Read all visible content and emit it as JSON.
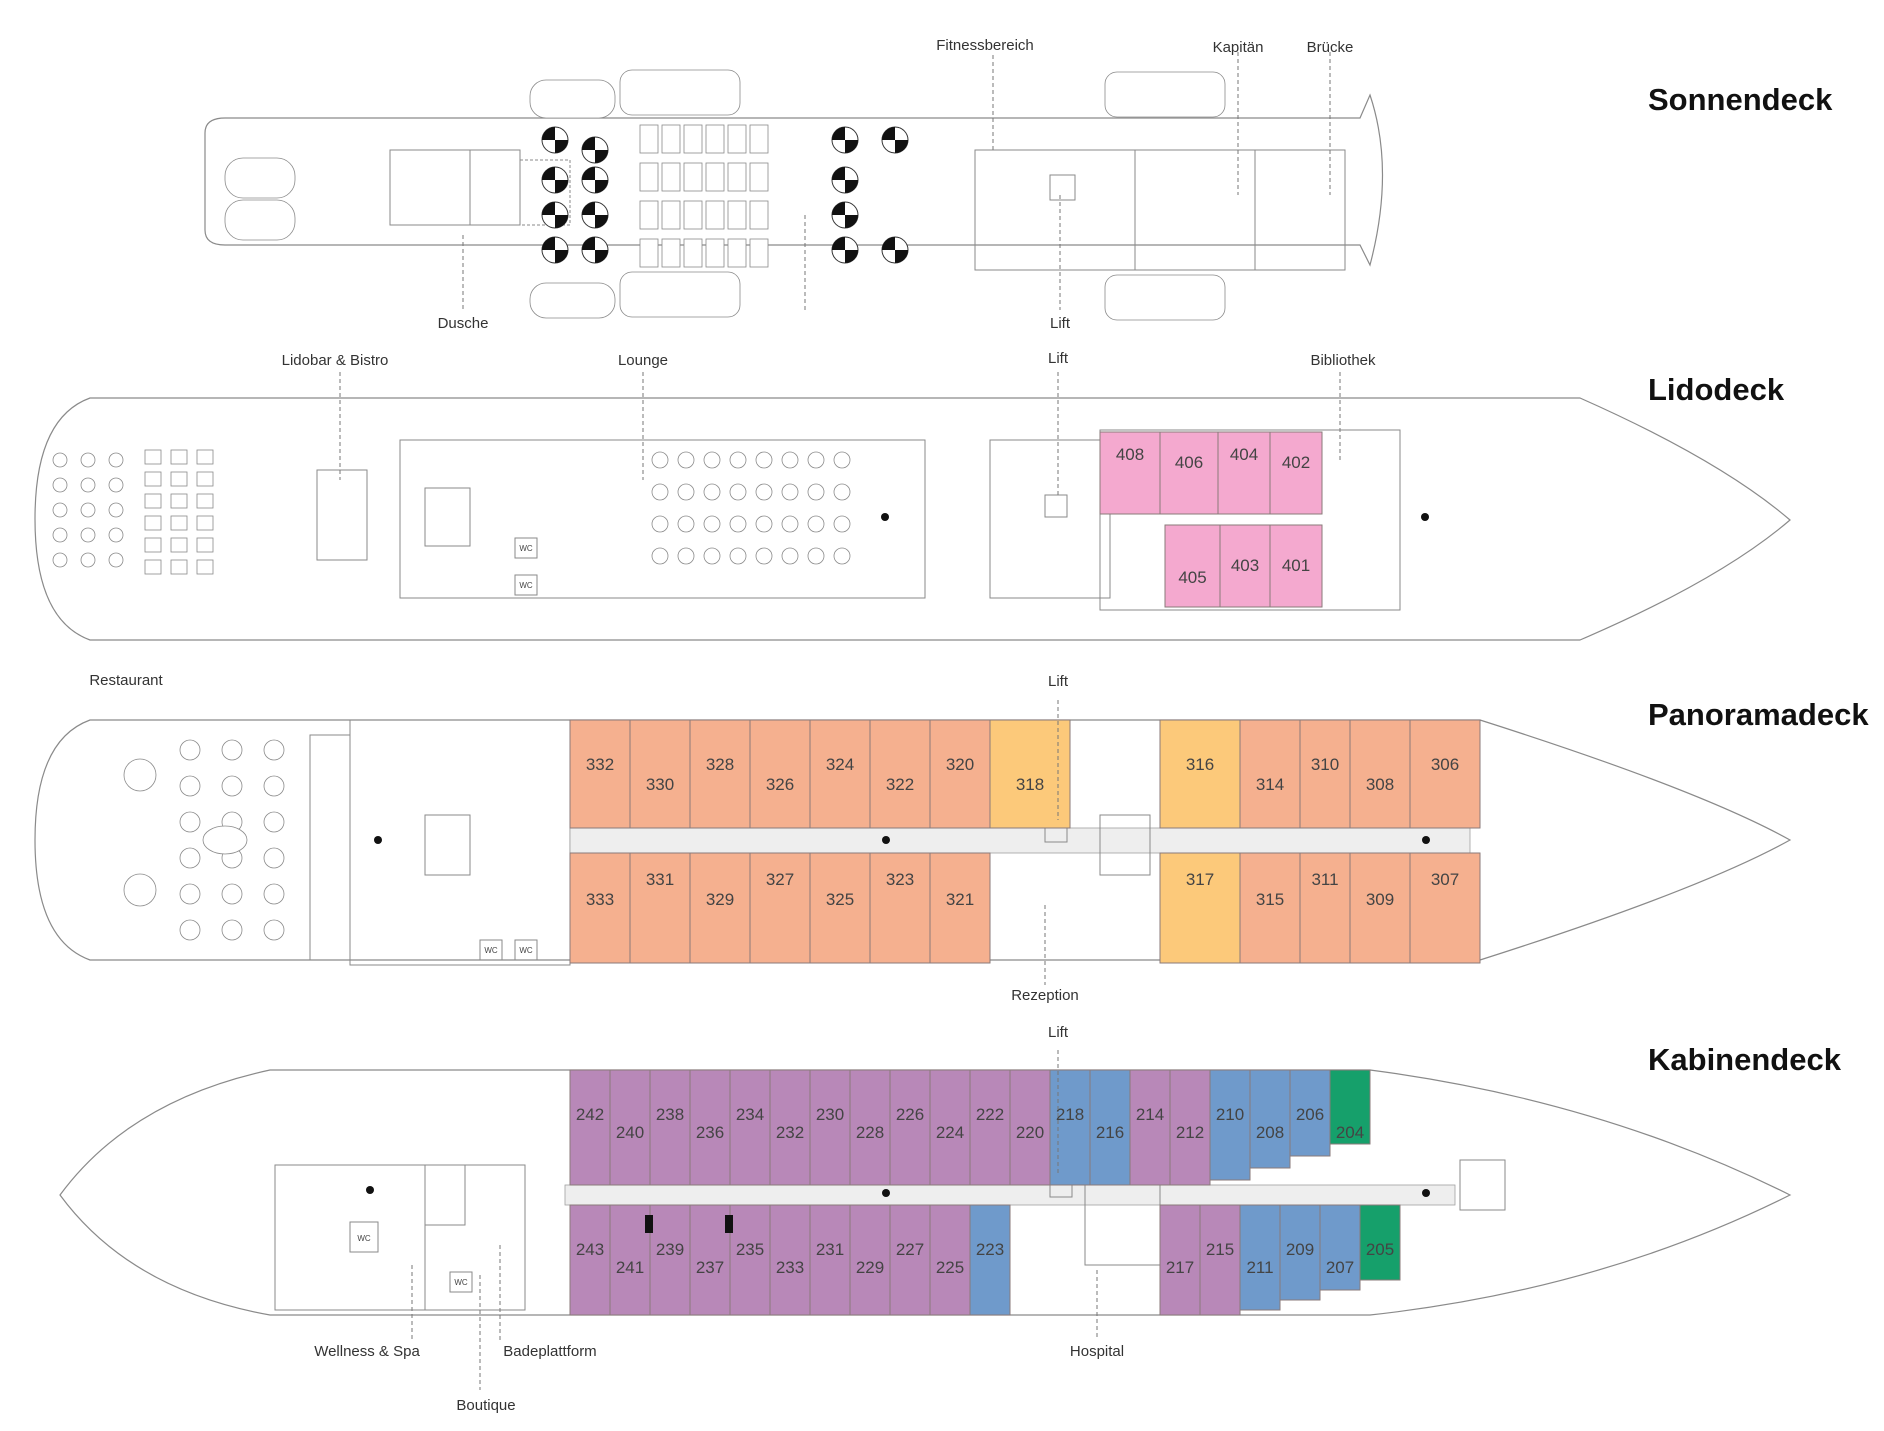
{
  "decks": [
    {
      "id": "sonnendeck",
      "title": "Sonnendeck"
    },
    {
      "id": "lidodeck",
      "title": "Lidodeck"
    },
    {
      "id": "panoramadeck",
      "title": "Panoramadeck"
    },
    {
      "id": "kabinendeck",
      "title": "Kabinendeck"
    }
  ],
  "labels": {
    "fitnessbereich": "Fitnessbereich",
    "kapitaen": "Kapitän",
    "bruecke": "Brücke",
    "dusche": "Dusche",
    "lift": "Lift",
    "lidobar": "Lidobar & Bistro",
    "lounge": "Lounge",
    "bibliothek": "Bibliothek",
    "restaurant": "Restaurant",
    "rezeption": "Rezeption",
    "wellness": "Wellness & Spa",
    "badeplattform": "Badeplattform",
    "boutique": "Boutique",
    "hospital": "Hospital",
    "wc": "WC"
  },
  "category_colors": {
    "pink": "#f4a9cf",
    "orange": "#f5b08f",
    "yellow": "#fcc97a",
    "purple": "#b888b8",
    "blue": "#6f9acb",
    "green": "#16a06b"
  },
  "cabins": {
    "lido": [
      "408",
      "406",
      "404",
      "402",
      "405",
      "403",
      "401"
    ],
    "panorama_top": [
      "332",
      "330",
      "328",
      "326",
      "324",
      "322",
      "320",
      "318",
      "316",
      "314",
      "310",
      "308",
      "306"
    ],
    "panorama_bottom": [
      "333",
      "331",
      "329",
      "327",
      "325",
      "323",
      "321",
      "317",
      "315",
      "311",
      "309",
      "307"
    ],
    "kabinen_top": [
      "242",
      "240",
      "238",
      "236",
      "234",
      "232",
      "230",
      "228",
      "226",
      "224",
      "222",
      "220",
      "218",
      "216",
      "214",
      "212",
      "210",
      "208",
      "206",
      "204"
    ],
    "kabinen_bottom": [
      "243",
      "241",
      "239",
      "237",
      "235",
      "233",
      "231",
      "229",
      "227",
      "225",
      "223",
      "217",
      "215",
      "211",
      "209",
      "207",
      "205"
    ]
  }
}
